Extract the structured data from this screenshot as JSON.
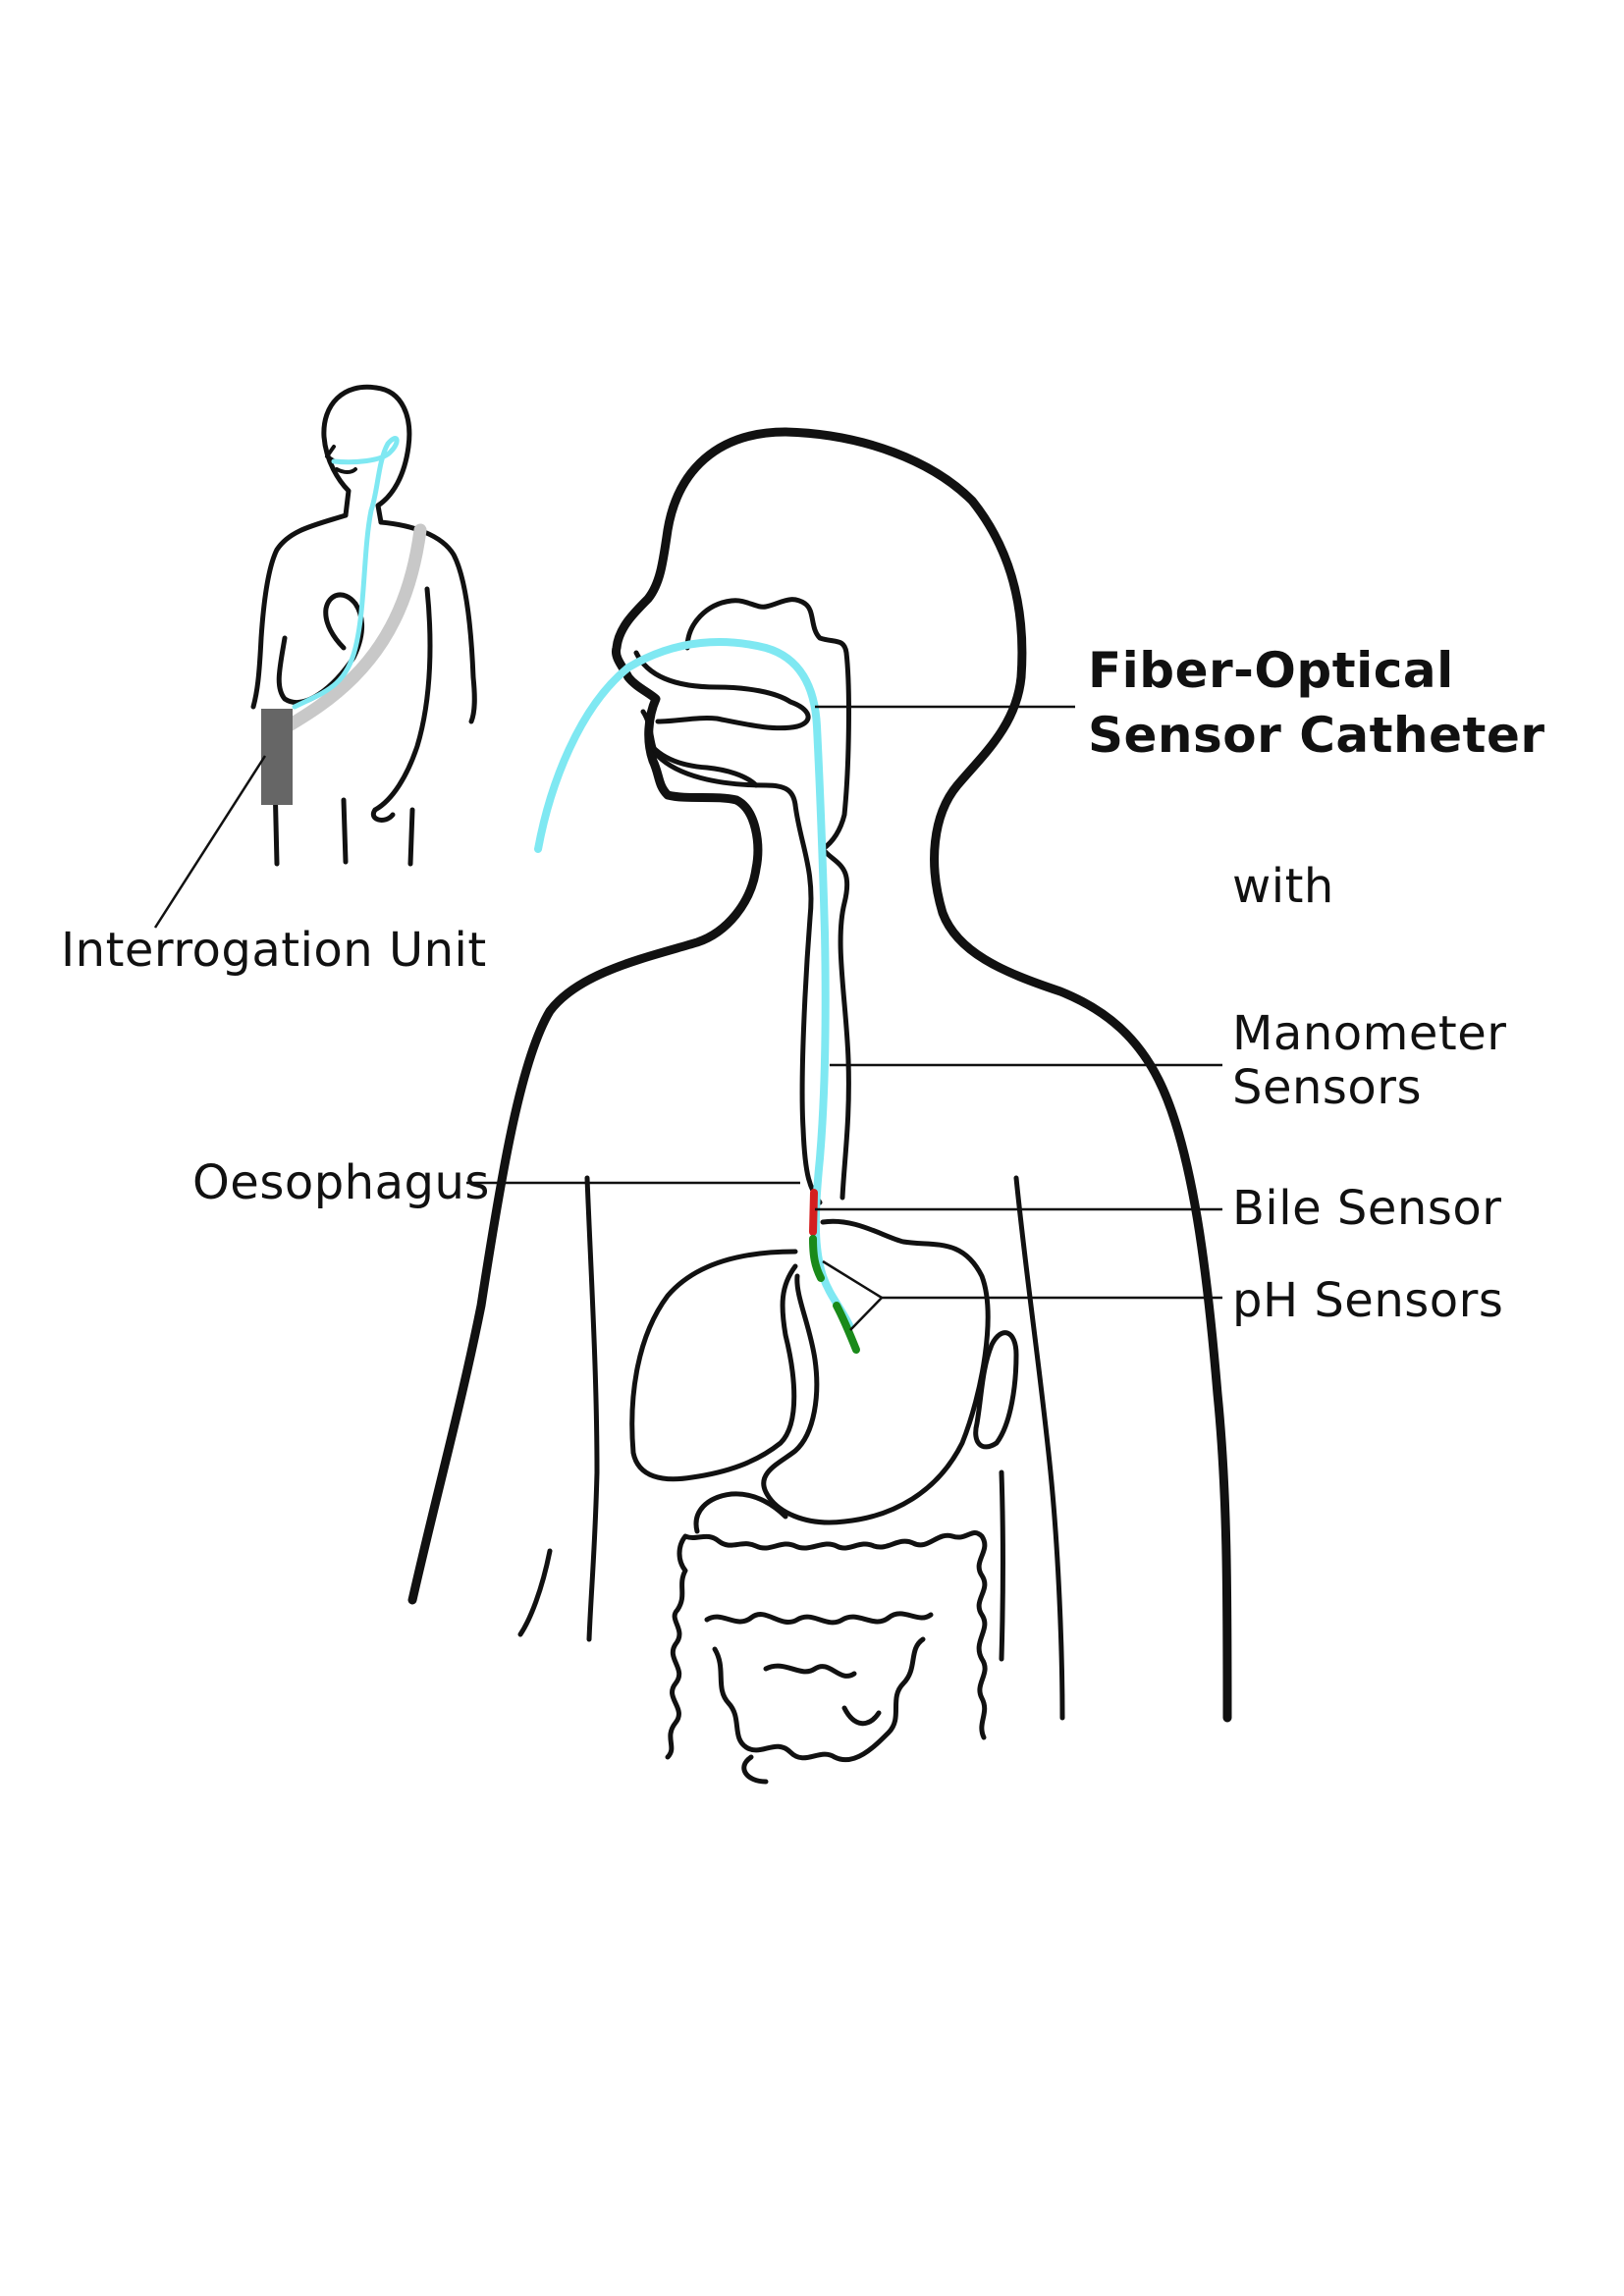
{
  "labels": {
    "title_line1": "Fiber-Optical",
    "title_line2": "Sensor Catheter",
    "with": "with",
    "manometer_line1": "Manometer",
    "manometer_line2": "Sensors",
    "bile_sensor": "Bile Sensor",
    "ph_sensors": "pH Sensors",
    "oesophagus": "Oesophagus",
    "interrogation_unit": "Interrogation Unit"
  },
  "colors": {
    "catheter": "#7fe8f2",
    "bile_sensor": "#d42020",
    "ph_sensor": "#1a8a1a",
    "strap": "#c8c8c8",
    "interrogation_unit": "#666666",
    "outline": "#111111"
  }
}
